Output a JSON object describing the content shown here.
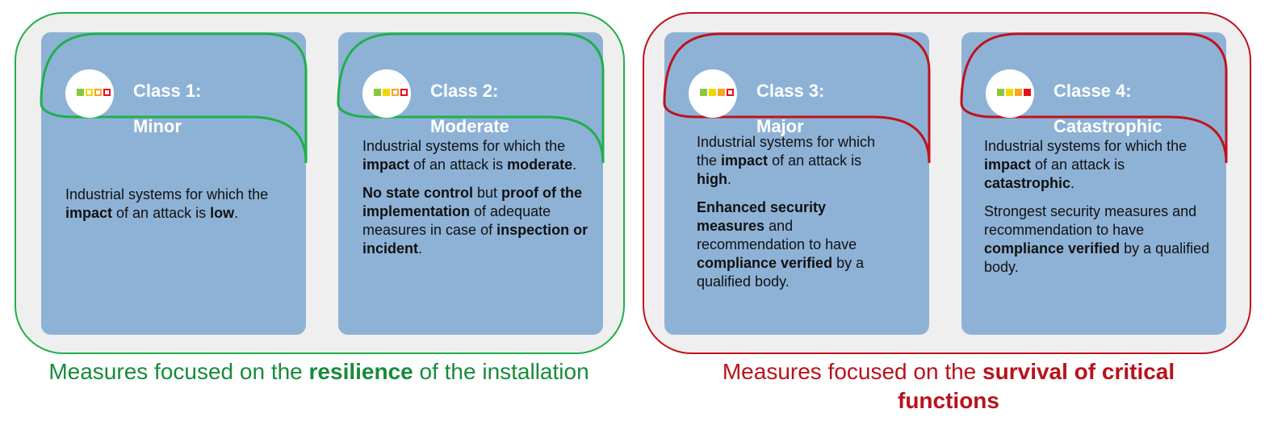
{
  "colors": {
    "group1_border": "#1fb04a",
    "group2_border": "#c0121c",
    "card_fill": "#8eb2d6",
    "green": "#8cc63f",
    "yellow": "#f2d600",
    "orange": "#f5a623",
    "red": "#e3121c"
  },
  "cards": [
    {
      "title": "Class 1:",
      "subtitle": "Minor",
      "icon": "severity-scale-icon",
      "filled_levels": 1,
      "p1": {
        "t1": "Industrial systems for which the ",
        "b1": "impact",
        "t2": " of an attack is ",
        "b2": "low",
        "t3": "."
      }
    },
    {
      "title": "Class 2:",
      "subtitle": "Moderate",
      "icon": "severity-scale-icon",
      "filled_levels": 2,
      "p1": {
        "t1": "Industrial systems for which the ",
        "b1": "impact",
        "t2": " of an attack is ",
        "b2": "moderate",
        "t3": "."
      },
      "p2": {
        "b1": "No state control",
        "t1": " but ",
        "b2": "proof of the implementation",
        "t2": " of adequate measures in case of ",
        "b3": "inspection or incident",
        "t3": "."
      }
    },
    {
      "title": "Class 3:",
      "subtitle": "Major",
      "icon": "severity-scale-icon",
      "filled_levels": 3,
      "p1": {
        "t1": "Industrial systems for which the ",
        "b1": "impact",
        "t2": " of an attack is ",
        "b2": "high",
        "t3": "."
      },
      "p2": {
        "b1": "Enhanced security measures",
        "t1": " and recommendation to have ",
        "b2": "compliance verified",
        "t2": " by a qualified body."
      }
    },
    {
      "title": "Classe 4:",
      "subtitle": "Catastrophic",
      "icon": "severity-scale-icon",
      "filled_levels": 4,
      "p1": {
        "t1": "Industrial systems for which the ",
        "b1": "impact",
        "t2": " of an attack is ",
        "b2": "catastrophic",
        "t3": "."
      },
      "p2": {
        "t1": "Strongest security measures and recommendation to have ",
        "b1": "compliance verified",
        "t2": " by a qualified body."
      }
    }
  ],
  "footers": [
    {
      "t1": "Measures focused on the ",
      "b1": "resilience",
      "t2": " of the installation"
    },
    {
      "t1": "Measures focused on the ",
      "b1": "survival of critical functions"
    }
  ]
}
